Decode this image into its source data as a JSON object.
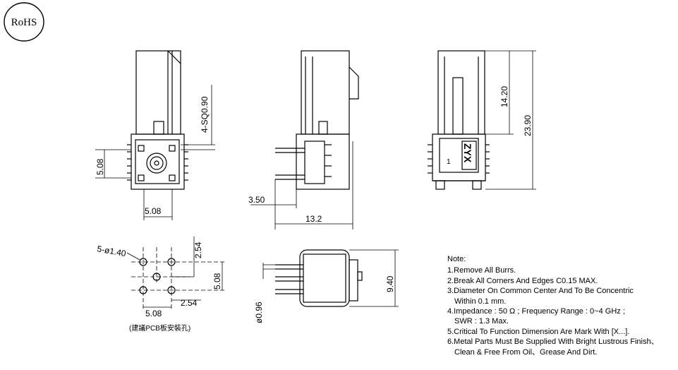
{
  "logo": {
    "text": "RoHS"
  },
  "top_view": {
    "pin_label": "4-SQ0.90",
    "height_label": "5.08",
    "width_label": "5.08"
  },
  "side_view": {
    "pin_offset_label": "3.50",
    "length_label": "13.2"
  },
  "front_view": {
    "marking": "ZYX",
    "pin_mark": "1",
    "height_upper_label": "14.20",
    "height_total_label": "23.90"
  },
  "pcb_layout": {
    "holes_label": "5-ø1.40",
    "pitch_v_label": "2.54",
    "span_v_label": "5.08",
    "span_h_label": "5.08",
    "pitch_h_label": "2.54",
    "caption": "(建議PCB板安裝孔)"
  },
  "side_view_2": {
    "pin_dia_label": "ø0.96",
    "height_label": "9.40"
  },
  "notes": {
    "title": "Note:",
    "lines": [
      "1.Remove All Burrs.",
      "2.Break All Corners And Edges C0.15 MAX.",
      "3.Diameter On Common Center And To Be Concentric",
      "   Within 0.1 mm.",
      "4.Impedance : 50 Ω ; Frequency Range : 0~4 GHz ;",
      "   SWR : 1.3 Max.",
      "5.Critical To Function Dimension Are Mark With [X...].",
      "6.Metal Parts Must Be Supplied With Bright Lustrous Finish、",
      "   Clean & Free From Oil、Grease And Dirt."
    ]
  }
}
